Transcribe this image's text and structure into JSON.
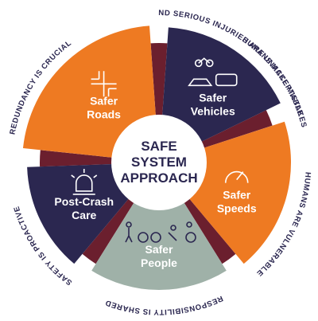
{
  "center": {
    "lines": [
      "SAFE",
      "SYSTEM",
      "APPROACH"
    ]
  },
  "segments": [
    {
      "id": "roads",
      "lines": [
        "Safer",
        "Roads"
      ],
      "color": "#ee7a22",
      "icon": "road-intersection-icon"
    },
    {
      "id": "vehicles",
      "lines": [
        "Safer",
        "Vehicles"
      ],
      "color": "#2b2750",
      "icon": "vehicles-icon"
    },
    {
      "id": "speeds",
      "lines": [
        "Safer",
        "Speeds"
      ],
      "color": "#ee7a22",
      "icon": "speedometer-icon"
    },
    {
      "id": "people",
      "lines": [
        "Safer",
        "People"
      ],
      "color": "#9fb1a8",
      "icon": "people-icon"
    },
    {
      "id": "postcrash",
      "lines": [
        "Post-Crash",
        "Care"
      ],
      "color": "#2b2750",
      "icon": "emergency-light-icon"
    }
  ],
  "principles": [
    "DEATH AND SERIOUS INJURIES ARE UNACCEPTABLE",
    "HUMANS MAKE MISTAKES",
    "HUMANS ARE VULNERABLE",
    "RESPONSIBILITY IS SHARED",
    "SAFETY IS PROACTIVE",
    "REDUNDANCY IS CRUCIAL"
  ],
  "colors": {
    "orange": "#ee7a22",
    "navy": "#2b2750",
    "sage": "#9fb1a8",
    "maroon": "#6b1f2e",
    "text_dark": "#2b2750"
  }
}
